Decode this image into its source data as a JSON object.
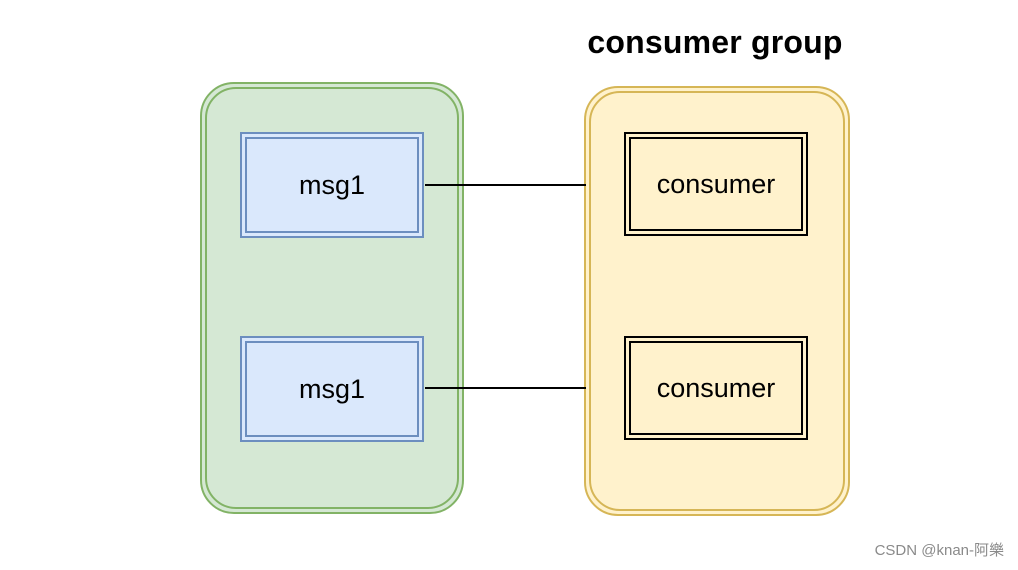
{
  "diagram": {
    "group_title": "consumer group",
    "messages": [
      {
        "label": "msg1"
      },
      {
        "label": "msg1"
      }
    ],
    "consumers": [
      {
        "label": "consumer"
      },
      {
        "label": "consumer"
      }
    ],
    "colors": {
      "queue_fill": "#d5e8d4",
      "queue_stroke": "#82b366",
      "group_fill": "#fff2cc",
      "group_stroke": "#d6b656",
      "message_fill": "#dae8fc",
      "message_stroke": "#6c8ebf",
      "consumer_stroke": "#000000"
    }
  },
  "watermark": "CSDN @knan-阿樂"
}
